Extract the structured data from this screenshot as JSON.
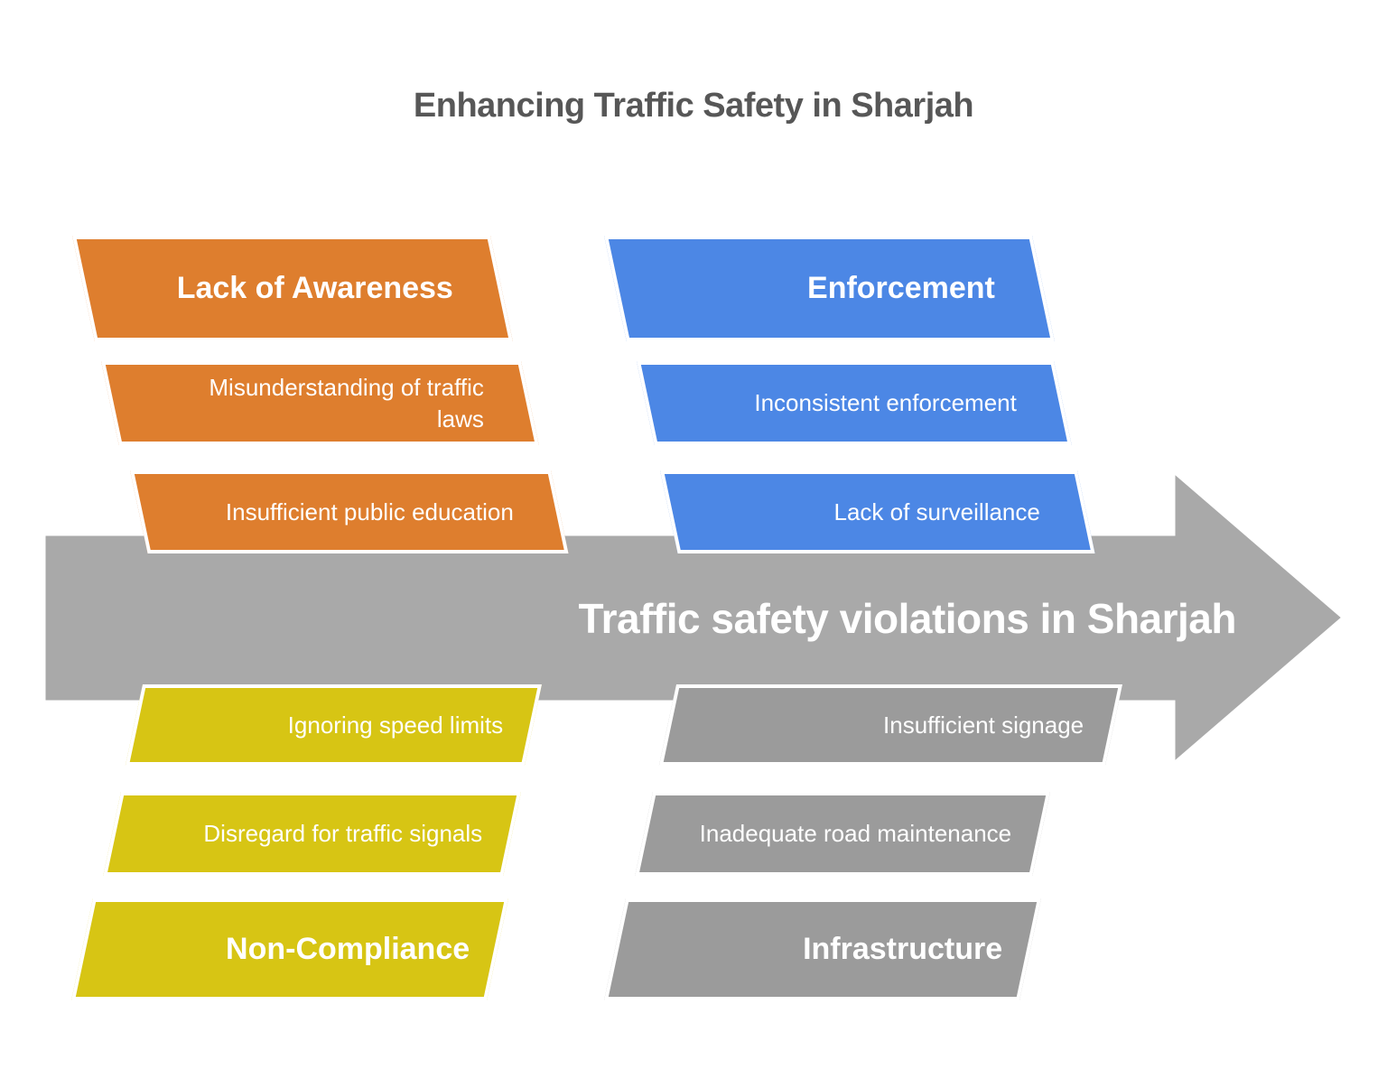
{
  "title": "Enhancing Traffic Safety in Sharjah",
  "title_color": "#575757",
  "shape_text_color": "#FFFFFF",
  "arrow": {
    "label": "Traffic safety violations in Sharjah",
    "color": "#A9A9A9",
    "text_color": "#FFFFFF"
  },
  "categories": [
    {
      "label": "Lack of Awareness",
      "color": "#DE7E2E",
      "position": "top-left",
      "items": [
        "Misunderstanding of traffic laws",
        "Insufficient public education"
      ]
    },
    {
      "label": "Enforcement",
      "color": "#4C87E5",
      "position": "top-right",
      "items": [
        "Inconsistent enforcement",
        "Lack of surveillance"
      ]
    },
    {
      "label": "Non-Compliance",
      "color": "#D7C514",
      "position": "bottom-left",
      "items": [
        "Ignoring speed limits",
        "Disregard for traffic signals"
      ]
    },
    {
      "label": "Infrastructure",
      "color": "#9B9B9B",
      "position": "bottom-right",
      "items": [
        "Insufficient signage",
        "Inadequate road maintenance"
      ]
    }
  ]
}
